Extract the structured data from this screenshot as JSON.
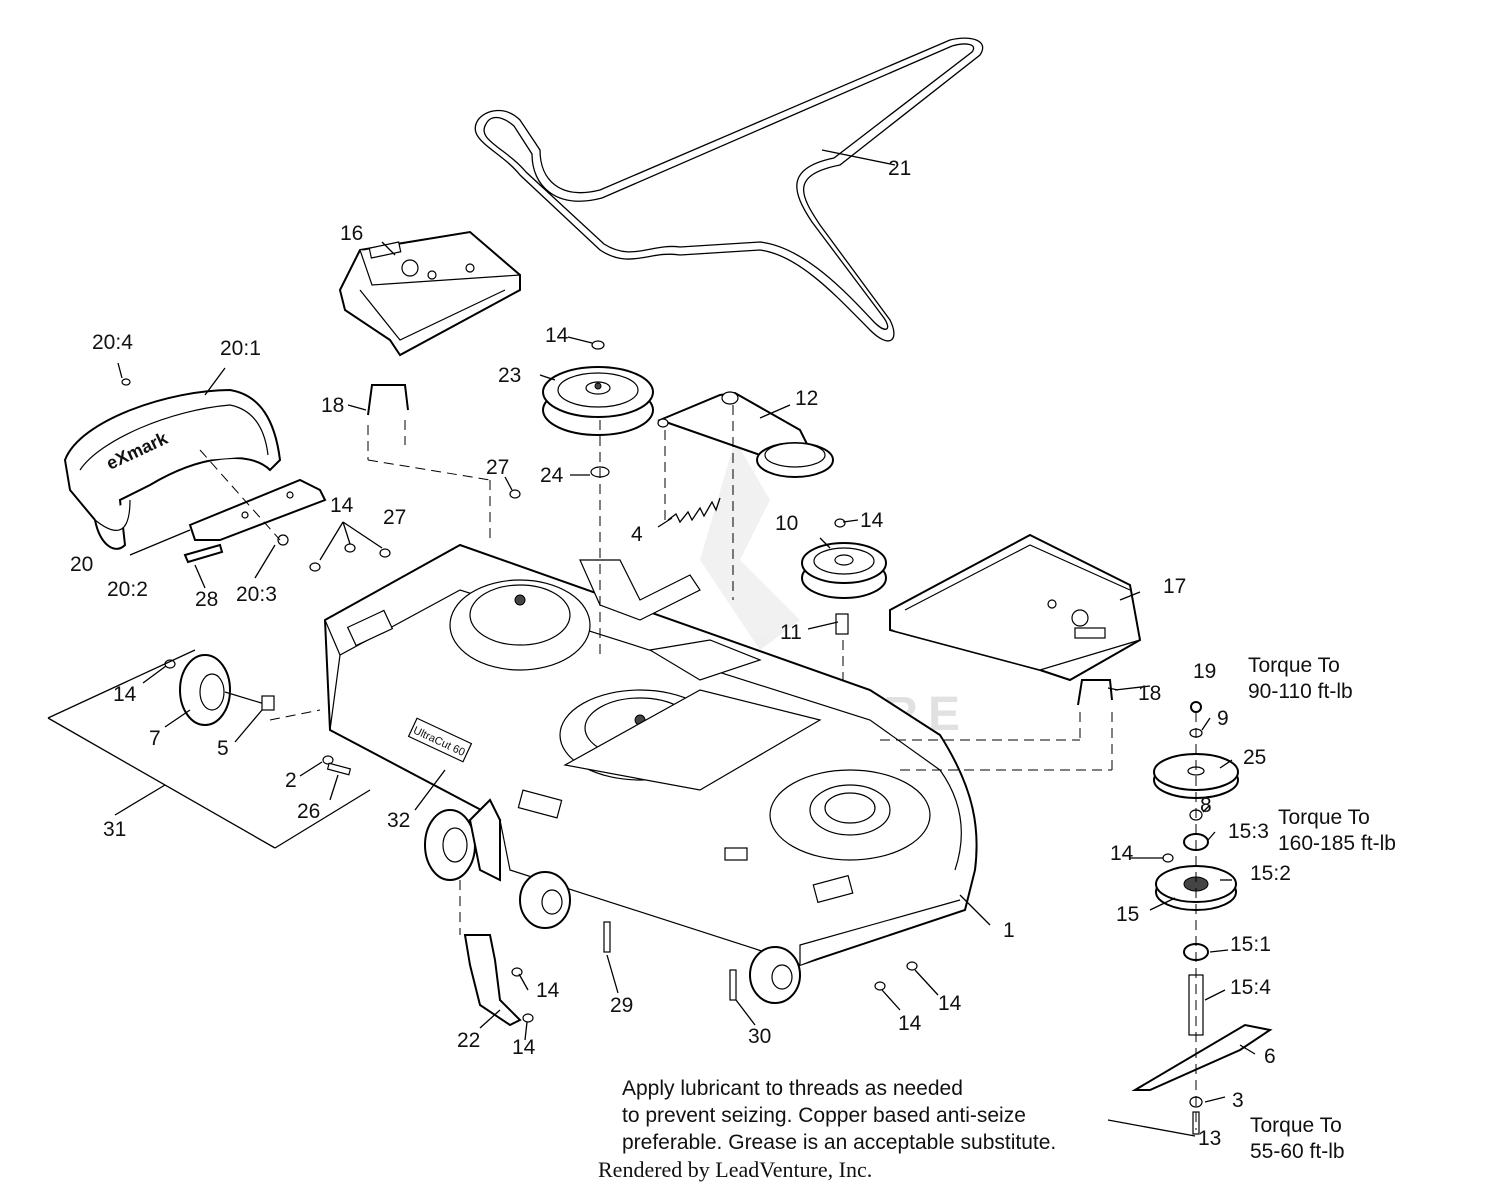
{
  "diagram": {
    "callouts": {
      "c1": "1",
      "c2": "2",
      "c3": "3",
      "c4": "4",
      "c5": "5",
      "c6": "6",
      "c7": "7",
      "c8": "8",
      "c9": "9",
      "c10": "10",
      "c11": "11",
      "c12": "12",
      "c13": "13",
      "c14": "14",
      "c15": "15",
      "c15_1": "15:1",
      "c15_2": "15:2",
      "c15_3": "15:3",
      "c15_4": "15:4",
      "c16": "16",
      "c17": "17",
      "c18": "18",
      "c19": "19",
      "c20": "20",
      "c20_1": "20:1",
      "c20_2": "20:2",
      "c20_3": "20:3",
      "c20_4": "20:4",
      "c21": "21",
      "c22": "22",
      "c23": "23",
      "c24": "24",
      "c25": "25",
      "c26": "26",
      "c27": "27",
      "c28": "28",
      "c29": "29",
      "c30": "30",
      "c31": "31",
      "c32": "32"
    },
    "torque_notes": {
      "t19_line1": "Torque To",
      "t19_line2": "90-110 ft-lb",
      "t15_line1": "Torque To",
      "t15_line2": "160-185 ft-lb",
      "t13_line1": "Torque To",
      "t13_line2": "55-60 ft-lb"
    },
    "lubricant_note": {
      "line1": "Apply lubricant to threads as needed",
      "line2": "to prevent seizing. Copper based anti-seize",
      "line3": "preferable. Grease is an acceptable substitute."
    },
    "credit": "Rendered by LeadVenture, Inc.",
    "watermark": "LEADVENTURE",
    "deck_badge": "UltraCut 60"
  }
}
